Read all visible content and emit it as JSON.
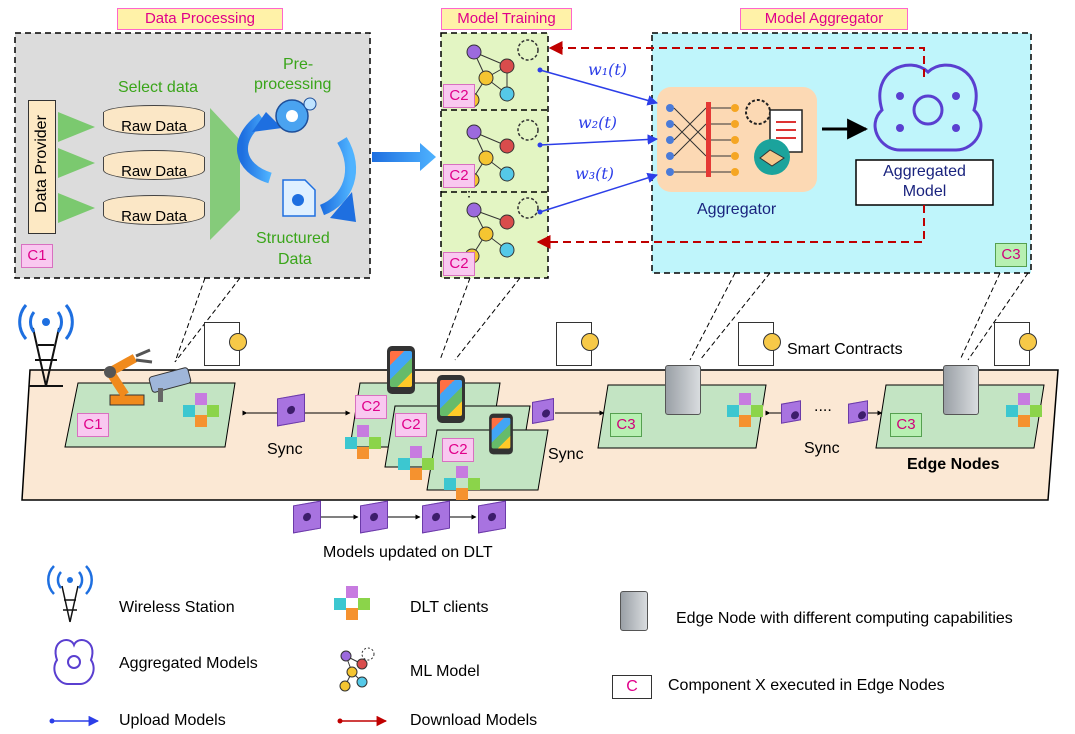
{
  "sections": {
    "data_processing": "Data Processing",
    "model_training": "Model Training",
    "model_aggregator": "Model Aggregator"
  },
  "data_processing": {
    "provider": "Data Provider",
    "select_data": "Select data",
    "raw_data": [
      "Raw Data",
      "Raw Data",
      "Raw Data"
    ],
    "preprocessing": [
      "Pre-",
      "processing"
    ],
    "structured": [
      "Structured",
      "Data"
    ],
    "component": "C1"
  },
  "model_training": {
    "components": [
      "C2",
      "C2",
      "C2"
    ],
    "weights": [
      "w₁(t)",
      "w₂(t)",
      "w₃(t)"
    ]
  },
  "model_aggregator": {
    "aggregator": "Aggregator",
    "aggregated_model": [
      "Aggregated",
      "Model"
    ],
    "component": "C3"
  },
  "edge": {
    "components": [
      "C1",
      "C2",
      "C2",
      "C2",
      "C3",
      "C3"
    ],
    "sync": [
      "Sync",
      "Sync",
      "Sync"
    ],
    "smart_contracts": "Smart Contracts",
    "edge_nodes": "Edge Nodes",
    "dots": "....",
    "dlt_caption": "Models updated on DLT"
  },
  "legend": {
    "wireless": "Wireless Station",
    "dlt_clients": "DLT clients",
    "edge_node": "Edge Node with different computing capabilities",
    "aggregated_models": "Aggregated Models",
    "ml_model": "ML Model",
    "component_box": "C",
    "component_text": "Component X executed in Edge Nodes",
    "upload": "Upload Models",
    "download": "Download Models"
  },
  "colors": {
    "upload_arrow": "#2c3ee8",
    "download_arrow": "#c00000",
    "tag_fill": "#fff2a8",
    "tag_border": "#ff66cc"
  }
}
